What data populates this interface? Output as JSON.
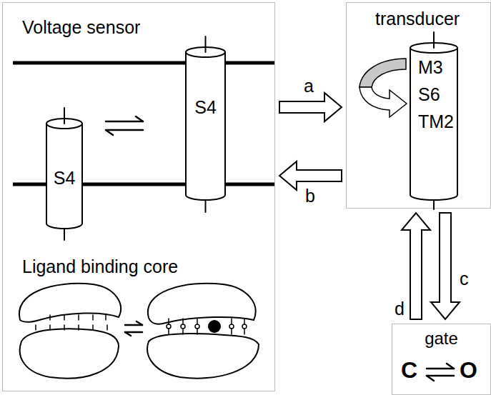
{
  "diagram": {
    "nodes": [
      {
        "text": [
          "Voltage sensor",
          "Ligand binding core"
        ]
      },
      {
        "text": [
          "S4"
        ],
        "in": 0
      },
      {
        "text": [
          "S4"
        ],
        "in": 0
      },
      {
        "text": [
          "transducer"
        ]
      },
      {
        "text": [
          "M3 S6 TM2"
        ],
        "in": 3
      },
      {
        "text": [
          "gate",
          "C",
          "O"
        ]
      }
    ],
    "edges": [
      {
        "from": 0,
        "to": 3,
        "arrow": "to",
        "label": "a"
      },
      {
        "from": 3,
        "to": 0,
        "arrow": "to",
        "label": "b"
      },
      {
        "from": 3,
        "to": 5,
        "arrow": "to",
        "label": "c"
      },
      {
        "from": 5,
        "to": 3,
        "arrow": "to",
        "label": "d"
      }
    ]
  }
}
